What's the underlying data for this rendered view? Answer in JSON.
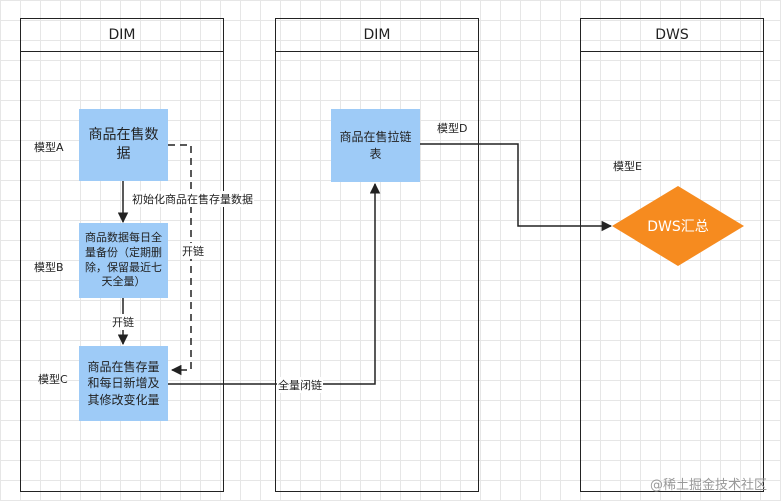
{
  "lanes": [
    {
      "title": "DIM"
    },
    {
      "title": "DIM"
    },
    {
      "title": "DWS"
    }
  ],
  "nodes": {
    "a": "商品在售数据",
    "b": "商品数据每日全量备份（定期删除，保留最近七天全量）",
    "c": "商品在售存量和每日新增及其修改变化量",
    "d": "商品在售拉链表",
    "e": "DWS汇总"
  },
  "labels": {
    "model_a": "模型A",
    "model_b": "模型B",
    "model_c": "模型C",
    "model_d": "模型D",
    "model_e": "模型E"
  },
  "edges": {
    "a_to_b": "初始化商品在售存量数据",
    "a_to_c_dashed": "开链",
    "b_to_c": "开链",
    "c_to_d": "全量闭链"
  },
  "watermark": "@稀土掘金技术社区",
  "colors": {
    "node_fill": "#9ecbf7",
    "diamond_fill": "#f68b1f",
    "line": "#222222"
  }
}
